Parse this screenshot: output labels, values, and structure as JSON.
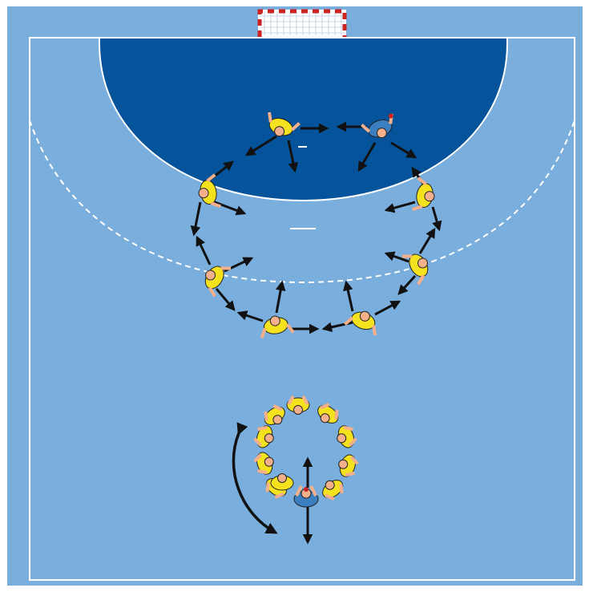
{
  "colors": {
    "court": "#7aaedc",
    "goal_area": "#05539a",
    "lines": "#ffffff",
    "goal_post": "#cc2222",
    "arrow": "#111111",
    "player_yellow": "#f5e21e",
    "player_blue": "#3c7fc0",
    "skin": "#f3b08a"
  },
  "diagram": {
    "ring_players": [
      {
        "id": 1,
        "team": "yellow"
      },
      {
        "id": 2,
        "team": "blue"
      },
      {
        "id": 3,
        "team": "yellow"
      },
      {
        "id": 4,
        "team": "yellow"
      },
      {
        "id": 5,
        "team": "yellow"
      },
      {
        "id": 6,
        "team": "yellow"
      },
      {
        "id": 7,
        "team": "yellow"
      },
      {
        "id": 8,
        "team": "yellow"
      }
    ],
    "circle_players": {
      "yellow_count": 10,
      "center_team": "blue"
    },
    "icons": {
      "goal": "handball-goal-icon",
      "arrow": "movement-arrow-icon",
      "rotation": "rotation-arrow-icon"
    }
  }
}
